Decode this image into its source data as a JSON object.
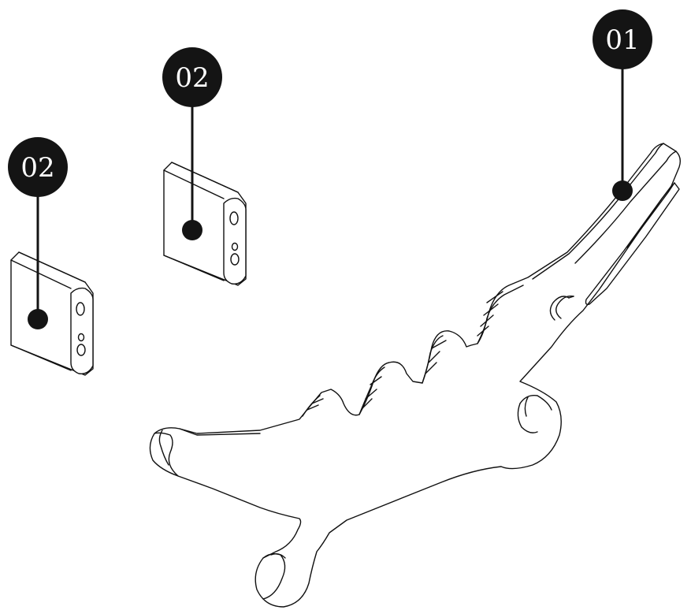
{
  "callouts": [
    {
      "id": "callout-part-01",
      "label": "01"
    },
    {
      "id": "callout-part-02-upper",
      "label": "02"
    },
    {
      "id": "callout-part-02-lower",
      "label": "02"
    }
  ],
  "colors": {
    "badge": "#141414",
    "line": "#111111",
    "background": "#ffffff"
  }
}
